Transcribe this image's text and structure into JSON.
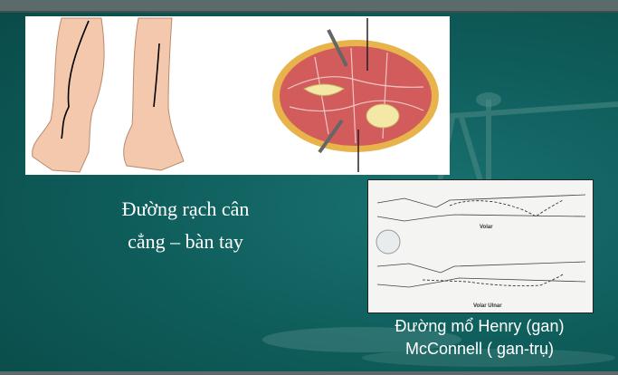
{
  "slide": {
    "background_color": "#0f5f5d",
    "caption_incision": {
      "line1": "Đường rạch cân",
      "line2": "cẳng – bàn tay"
    },
    "caption_approach": {
      "line1": "Đường mổ Henry (gan)",
      "line2": "McConnell ( gan-trụ)"
    }
  },
  "henry_figure": {
    "label_top": "Volar",
    "label_bottom": "Volar Ulnar"
  },
  "icons": [
    "scale-watermark-icon",
    "seal-icon"
  ]
}
